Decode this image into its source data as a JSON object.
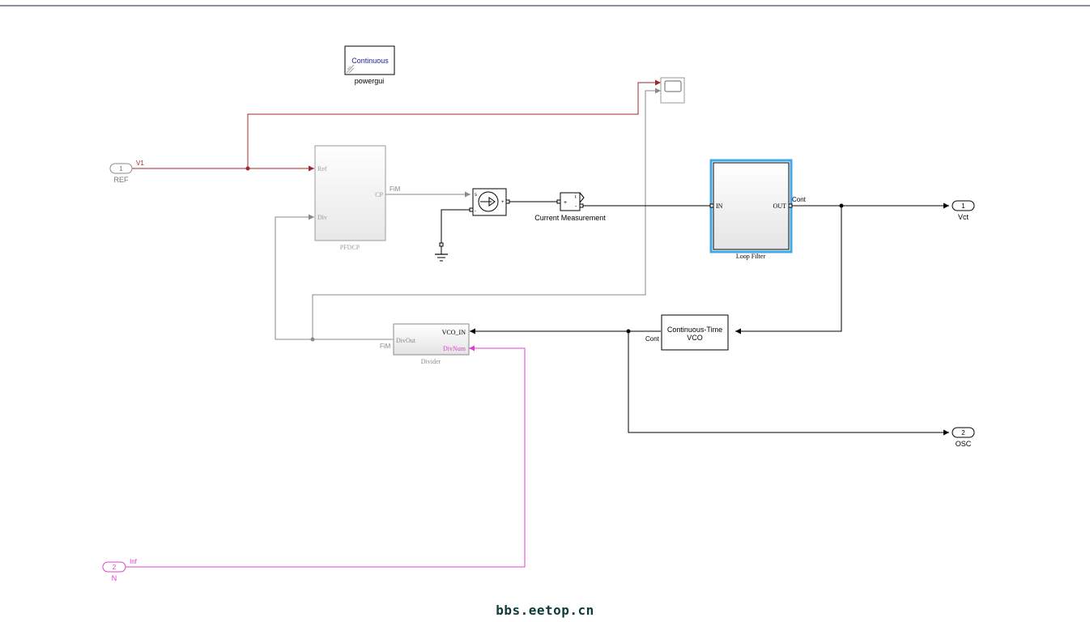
{
  "powergui": {
    "mode": "Continuous",
    "label": "powergui"
  },
  "ports": {
    "ref": {
      "number": "1",
      "name": "REF",
      "signal": "V1"
    },
    "n": {
      "number": "2",
      "name": "N",
      "signal": "Inf"
    },
    "vct": {
      "number": "1",
      "name": "Vct"
    },
    "osc": {
      "number": "2",
      "name": "OSC"
    }
  },
  "pfdcp": {
    "name": "PFDCP",
    "port_ref": "Ref",
    "port_div": "Div",
    "port_cp": "CP",
    "out_signal": "FiM"
  },
  "current_source": {
    "port_plus": "+",
    "port_minus": "-"
  },
  "current_measurement": {
    "name": "Current Measurement",
    "port_i": "i",
    "port_plus": "+",
    "port_minus": "-"
  },
  "loop_filter": {
    "name": "Loop Filter",
    "port_in": "IN",
    "port_out": "OUT",
    "out_signal": "Cont"
  },
  "vco": {
    "line1": "Continuous-Time",
    "line2": "VCO",
    "in_signal": "Cont"
  },
  "divider": {
    "name": "Divider",
    "port_divout": "DivOut",
    "port_vco_in": "VCO_IN",
    "port_divnum": "DivNum",
    "out_signal": "FiM"
  },
  "watermark": "bbs.eetop.cn",
  "colors": {
    "red": "#a0282d",
    "gray": "#8a8a8a",
    "black": "#000000",
    "magenta": "#e040c8",
    "selection": "#41a8e8",
    "port_blue": "#1a1a9a"
  }
}
